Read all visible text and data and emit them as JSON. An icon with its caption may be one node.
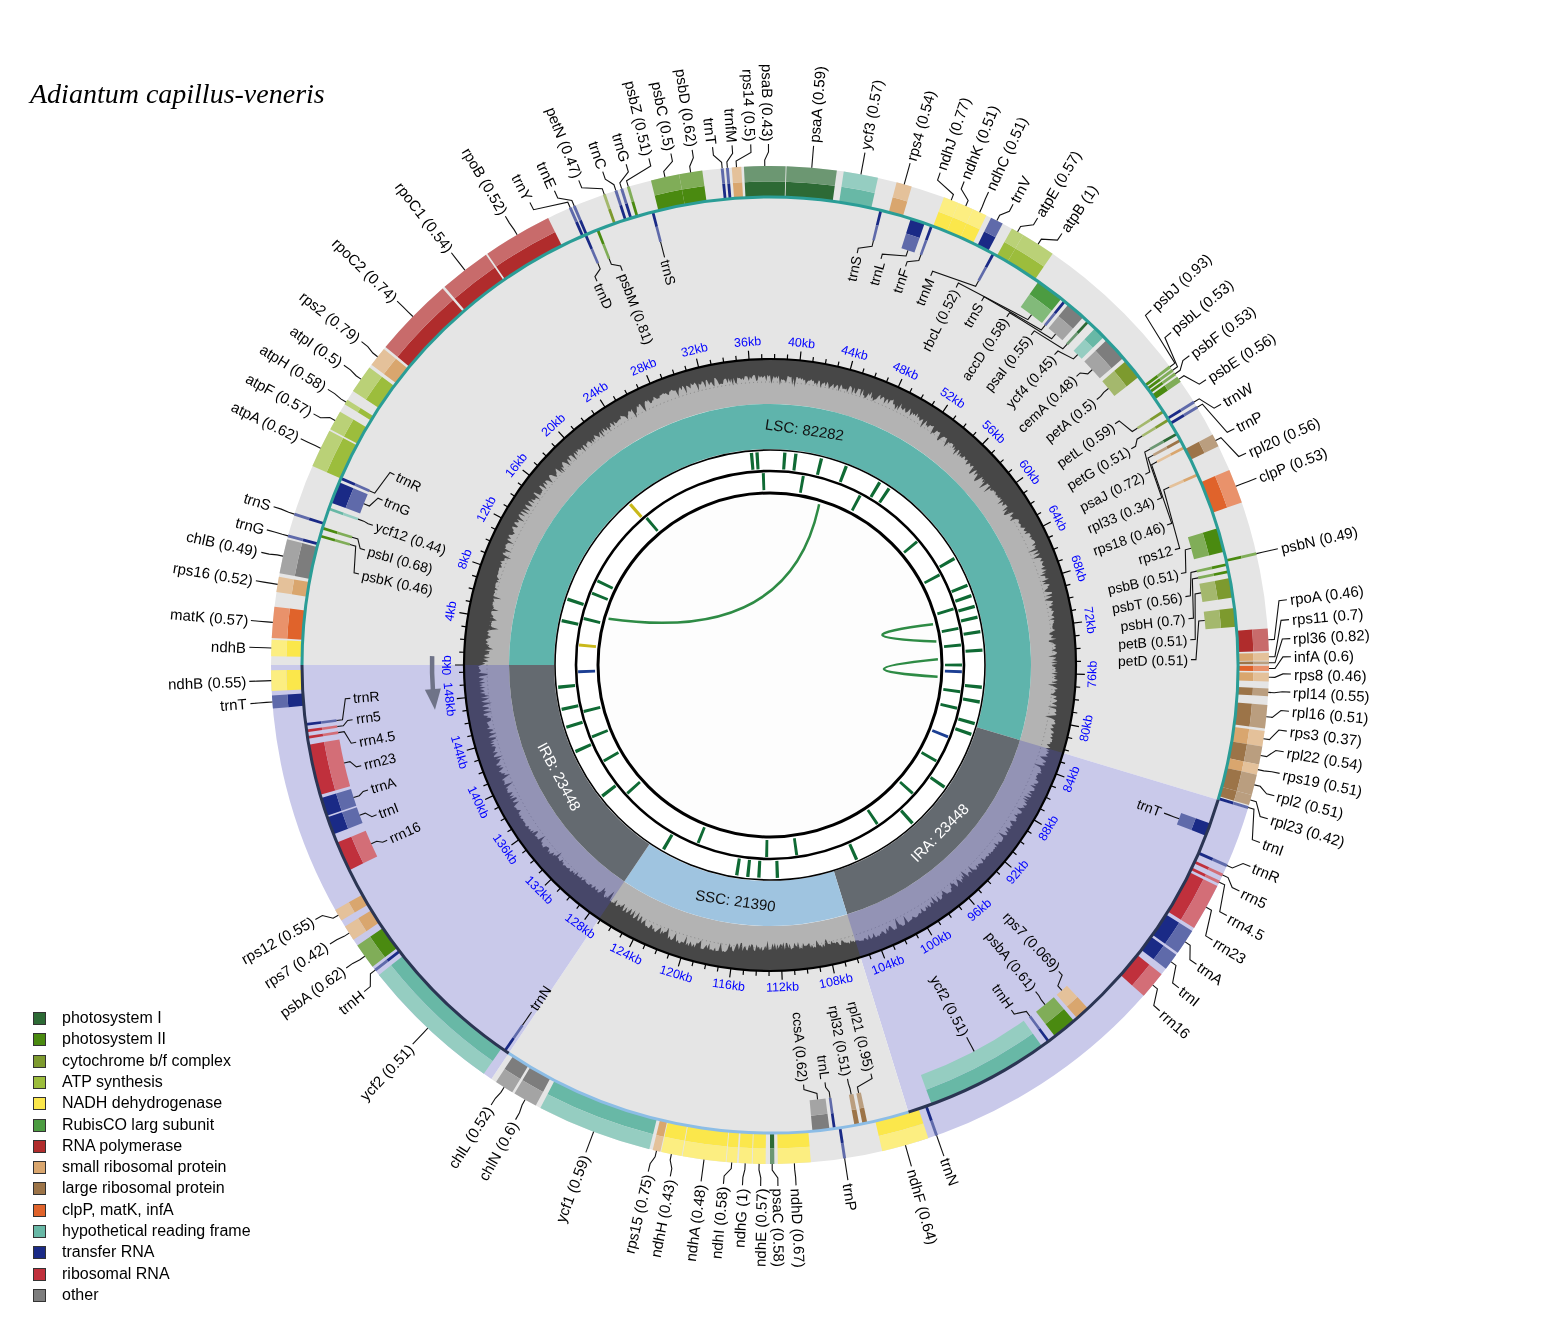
{
  "diagram": {
    "title": "Adiantum capillus-veneris",
    "nodes": [
      {
        "text": [
          "ndhB"
        ]
      },
      {
        "text": [
          "matK (0.57)"
        ]
      },
      {
        "text": [
          "rps16 (0.52)"
        ]
      },
      {
        "text": [
          "chlB (0.49)"
        ]
      },
      {
        "text": [
          "trnG"
        ]
      },
      {
        "text": [
          "psbK (0.46)"
        ]
      },
      {
        "text": [
          "psbI (0.68)"
        ]
      },
      {
        "text": [
          "trnS"
        ]
      },
      {
        "text": [
          "ycf12 (0.44)"
        ]
      },
      {
        "text": [
          "trnG"
        ]
      },
      {
        "text": [
          "trnR"
        ]
      },
      {
        "text": [
          "atpA (0.62)"
        ]
      },
      {
        "text": [
          "atpF (0.57)"
        ]
      },
      {
        "text": [
          "atpH (0.58)"
        ]
      },
      {
        "text": [
          "atpI (0.5)"
        ]
      },
      {
        "text": [
          "rps2 (0.79)"
        ]
      },
      {
        "text": [
          "rpoC2 (0.74)"
        ]
      },
      {
        "text": [
          "rpoC1 (0.54)"
        ]
      },
      {
        "text": [
          "rpoB (0.52)"
        ]
      },
      {
        "text": [
          "trnY"
        ]
      },
      {
        "text": [
          "trnD"
        ]
      },
      {
        "text": [
          "trnE"
        ]
      },
      {
        "text": [
          "psbM (0.81)"
        ]
      },
      {
        "text": [
          "petN (0.47)"
        ]
      },
      {
        "text": [
          "trnC"
        ]
      },
      {
        "text": [
          "trnG"
        ]
      },
      {
        "text": [
          "psbZ (0.51)"
        ]
      },
      {
        "text": [
          "trnS"
        ]
      },
      {
        "text": [
          "psbC (0.5)"
        ]
      },
      {
        "text": [
          "psbD (0.62)"
        ]
      },
      {
        "text": [
          "trnT"
        ]
      },
      {
        "text": [
          "trnfM"
        ]
      },
      {
        "text": [
          "rps14 (0.5)"
        ]
      },
      {
        "text": [
          "psaB (0.43)"
        ]
      },
      {
        "text": [
          "psaA (0.59)"
        ]
      },
      {
        "text": [
          "ycf3 (0.57)"
        ]
      },
      {
        "text": [
          "trnS"
        ]
      },
      {
        "text": [
          "rps4 (0.54)"
        ]
      },
      {
        "text": [
          "trnL"
        ]
      },
      {
        "text": [
          "trnF"
        ]
      },
      {
        "text": [
          "ndhJ (0.77)"
        ]
      },
      {
        "text": [
          "ndhK (0.51)"
        ]
      },
      {
        "text": [
          "ndhC (0.51)"
        ]
      },
      {
        "text": [
          "trnV"
        ]
      },
      {
        "text": [
          "trnM"
        ]
      },
      {
        "text": [
          "atpE (0.57)"
        ]
      },
      {
        "text": [
          "atpB (1)"
        ]
      },
      {
        "text": [
          "rbcL (0.52)"
        ]
      },
      {
        "text": [
          "trnS"
        ]
      },
      {
        "text": [
          "accD (0.58)"
        ]
      },
      {
        "text": [
          "psaI (0.55)"
        ]
      },
      {
        "text": [
          "ycf4 (0.45)"
        ]
      },
      {
        "text": [
          "cemA (0.48)"
        ]
      },
      {
        "text": [
          "petA (0.5)"
        ]
      },
      {
        "text": [
          "psbJ (0.93)"
        ]
      },
      {
        "text": [
          "psbL (0.53)"
        ]
      },
      {
        "text": [
          "psbF (0.53)"
        ]
      },
      {
        "text": [
          "psbE (0.56)"
        ]
      },
      {
        "text": [
          "petL (0.59)"
        ]
      },
      {
        "text": [
          "trnW"
        ]
      },
      {
        "text": [
          "petG (0.51)"
        ]
      },
      {
        "text": [
          "trnP"
        ]
      },
      {
        "text": [
          "psaJ (0.72)"
        ]
      },
      {
        "text": [
          "rpl33 (0.34)"
        ]
      },
      {
        "text": [
          "rps18 (0.46)"
        ]
      },
      {
        "text": [
          "rpl20 (0.56)"
        ]
      },
      {
        "text": [
          "rps12"
        ]
      },
      {
        "text": [
          "clpP (0.53)"
        ]
      },
      {
        "text": [
          "psbB (0.51)"
        ]
      },
      {
        "text": [
          "psbN (0.49)"
        ]
      },
      {
        "text": [
          "psbT (0.56)"
        ]
      },
      {
        "text": [
          "psbH (0.7)"
        ]
      },
      {
        "text": [
          "petB (0.51)"
        ]
      },
      {
        "text": [
          "petD (0.51)"
        ]
      },
      {
        "text": [
          "rpoA (0.46)"
        ]
      },
      {
        "text": [
          "rps11 (0.7)"
        ]
      },
      {
        "text": [
          "rpl36 (0.82)"
        ]
      },
      {
        "text": [
          "infA (0.6)"
        ]
      },
      {
        "text": [
          "rps8 (0.46)"
        ]
      },
      {
        "text": [
          "rpl14 (0.55)"
        ]
      },
      {
        "text": [
          "rpl16 (0.51)"
        ]
      },
      {
        "text": [
          "rps3 (0.37)"
        ]
      },
      {
        "text": [
          "rpl22 (0.54)"
        ]
      },
      {
        "text": [
          "rps19 (0.51)"
        ]
      },
      {
        "text": [
          "rpl2 (0.51)"
        ]
      },
      {
        "text": [
          "rpl23 (0.42)"
        ]
      },
      {
        "text": [
          "trnI"
        ]
      },
      {
        "text": [
          "trnT"
        ]
      },
      {
        "text": [
          "trnR"
        ]
      },
      {
        "text": [
          "rrn5"
        ]
      },
      {
        "text": [
          "rrn4.5"
        ]
      },
      {
        "text": [
          "rrn23"
        ]
      },
      {
        "text": [
          "trnA"
        ]
      },
      {
        "text": [
          "trnI"
        ]
      },
      {
        "text": [
          "rrn16"
        ]
      },
      {
        "text": [
          "rps7 (0.069)"
        ]
      },
      {
        "text": [
          "psbA (0.61)"
        ]
      },
      {
        "text": [
          "trnH"
        ]
      },
      {
        "text": [
          "ycf2 (0.51)"
        ]
      },
      {
        "text": [
          "trnN"
        ]
      },
      {
        "text": [
          "ndhF (0.64)"
        ]
      },
      {
        "text": [
          "rpl21 (0.95)"
        ]
      },
      {
        "text": [
          "rpl32 (0.51)"
        ]
      },
      {
        "text": [
          "trnP"
        ]
      },
      {
        "text": [
          "trnL"
        ]
      },
      {
        "text": [
          "ccsA (0.62)"
        ]
      },
      {
        "text": [
          "ndhD (0.67)"
        ]
      },
      {
        "text": [
          "psaC (0.58)"
        ]
      },
      {
        "text": [
          "ndhE (0.57)"
        ]
      },
      {
        "text": [
          "ndhG (1)"
        ]
      },
      {
        "text": [
          "ndhI (0.58)"
        ]
      },
      {
        "text": [
          "ndhA (0.48)"
        ]
      },
      {
        "text": [
          "ndhH (0.43)"
        ]
      },
      {
        "text": [
          "rps15 (0.75)"
        ]
      },
      {
        "text": [
          "ycf1 (0.59)"
        ]
      },
      {
        "text": [
          "chlN (0.6)"
        ]
      },
      {
        "text": [
          "chlL (0.52)"
        ]
      },
      {
        "text": [
          "trnN"
        ]
      },
      {
        "text": [
          "ycf2 (0.51)"
        ]
      },
      {
        "text": [
          "trnH"
        ]
      },
      {
        "text": [
          "psbA (0.62)"
        ]
      },
      {
        "text": [
          "rps7 (0.42)"
        ]
      },
      {
        "text": [
          "rps12 (0.55)"
        ]
      },
      {
        "text": [
          "rrn16"
        ]
      },
      {
        "text": [
          "trnI"
        ]
      },
      {
        "text": [
          "trnA"
        ]
      },
      {
        "text": [
          "rrn23"
        ]
      },
      {
        "text": [
          "rrn4.5"
        ]
      },
      {
        "text": [
          "rrn5"
        ]
      },
      {
        "text": [
          "trnR"
        ]
      },
      {
        "text": [
          "trnT"
        ]
      },
      {
        "text": [
          "ndhB (0.55)"
        ]
      },
      {
        "text": [],
        "shape": "bar"
      },
      {
        "text": [],
        "shape": "bar"
      },
      {
        "text": [],
        "shape": "bar"
      },
      {
        "text": [],
        "shape": "bar"
      },
      {
        "text": [],
        "shape": "bar"
      },
      {
        "text": [],
        "shape": "bar"
      },
      {
        "text": [],
        "shape": "bar"
      },
      {
        "text": [],
        "shape": "bar"
      },
      {
        "text": [],
        "shape": "bar"
      },
      {
        "text": [],
        "shape": "bar"
      },
      {
        "text": [],
        "shape": "bar"
      },
      {
        "text": [],
        "shape": "bar"
      },
      {
        "text": [],
        "shape": "bar"
      },
      {
        "text": [],
        "shape": "bar"
      },
      {
        "text": [],
        "shape": "bar"
      },
      {
        "text": [],
        "shape": "bar"
      },
      {
        "text": [],
        "shape": "bar"
      },
      {
        "text": [],
        "shape": "bar"
      },
      {
        "text": [],
        "shape": "bar"
      },
      {
        "text": [],
        "shape": "bar"
      },
      {
        "text": [],
        "shape": "bar"
      },
      {
        "text": [],
        "shape": "bar"
      },
      {
        "text": [],
        "shape": "bar"
      },
      {
        "text": [],
        "shape": "bar"
      },
      {
        "text": [],
        "shape": "bar"
      },
      {
        "text": [],
        "shape": "bar"
      },
      {
        "text": [],
        "shape": "bar"
      },
      {
        "text": [],
        "shape": "bar"
      },
      {
        "text": [],
        "shape": "bar"
      },
      {
        "text": [],
        "shape": "bar"
      },
      {
        "text": [],
        "shape": "bar"
      },
      {
        "text": [],
        "shape": "bar"
      },
      {
        "text": [],
        "shape": "bar"
      },
      {
        "text": [],
        "shape": "bar"
      },
      {
        "text": [],
        "shape": "bar"
      },
      {
        "text": [],
        "shape": "bar"
      },
      {
        "text": [],
        "shape": "bar"
      },
      {
        "text": [],
        "shape": "bar"
      },
      {
        "text": [],
        "shape": "bar"
      },
      {
        "text": [],
        "shape": "bar"
      },
      {
        "text": [],
        "shape": "bar"
      },
      {
        "text": [],
        "shape": "bar"
      },
      {
        "text": [],
        "shape": "bar"
      },
      {
        "text": [],
        "shape": "bar"
      },
      {
        "text": [],
        "shape": "bar"
      },
      {
        "text": [],
        "shape": "bar"
      },
      {
        "text": [],
        "shape": "bar"
      },
      {
        "text": [],
        "shape": "bar"
      },
      {
        "text": [],
        "shape": "bar"
      },
      {
        "text": [],
        "shape": "bar"
      },
      {
        "text": [],
        "shape": "bar"
      },
      {
        "text": [],
        "shape": "bar"
      },
      {
        "text": [],
        "shape": "bar"
      },
      {
        "text": [],
        "shape": "bar"
      },
      {
        "text": [],
        "shape": "bar"
      },
      {
        "text": [],
        "shape": "bar"
      },
      {
        "text": [],
        "shape": "bar"
      },
      {
        "text": [],
        "shape": "bar"
      },
      {
        "text": [],
        "shape": "bar"
      },
      {
        "text": [],
        "shape": "bar"
      },
      {
        "text": [],
        "shape": "bar"
      },
      {
        "text": [],
        "shape": "bar"
      },
      {
        "text": [],
        "shape": "bar"
      },
      {
        "text": [],
        "shape": "bar"
      },
      {
        "text": [],
        "shape": "bar"
      },
      {
        "text": [],
        "shape": "bar"
      },
      {
        "text": [],
        "shape": "bar"
      },
      {
        "text": [],
        "shape": "bar"
      },
      {
        "text": [],
        "shape": "bar"
      },
      {
        "text": [],
        "shape": "bar"
      },
      {
        "text": [],
        "shape": "bar"
      },
      {
        "text": [],
        "shape": "bar"
      },
      {
        "text": [],
        "shape": "bar"
      },
      {
        "text": [],
        "shape": "bar"
      },
      {
        "text": [],
        "shape": "bar"
      },
      {
        "text": [],
        "shape": "bar"
      },
      {
        "text": [],
        "shape": "bar"
      },
      {
        "text": [],
        "shape": "bar"
      },
      {
        "text": [],
        "shape": "bar"
      },
      {
        "text": [],
        "shape": "bar"
      },
      {
        "text": [],
        "shape": "bar"
      },
      {
        "text": [],
        "shape": "bar"
      },
      {
        "text": [],
        "shape": "bar"
      },
      {
        "text": [],
        "shape": "bar"
      },
      {
        "text": [],
        "shape": "bar"
      },
      {
        "text": [],
        "shape": "bar"
      },
      {
        "text": [],
        "shape": "bar"
      },
      {
        "text": [],
        "shape": "bar"
      },
      {
        "text": [],
        "shape": "bar"
      },
      {
        "text": [],
        "shape": "bar"
      },
      {
        "text": [],
        "shape": "bar"
      },
      {
        "text": [],
        "shape": "bar"
      },
      {
        "text": [],
        "shape": "bar"
      },
      {
        "text": [],
        "shape": "bar"
      },
      {
        "text": [],
        "shape": "bar"
      },
      {
        "text": [],
        "shape": "bar"
      },
      {
        "text": [],
        "shape": "bar"
      },
      {
        "text": [],
        "shape": "bar"
      },
      {
        "text": [],
        "shape": "bar"
      },
      {
        "text": [],
        "shape": "bar"
      },
      {
        "text": [],
        "shape": "bar"
      },
      {
        "text": [],
        "shape": "bar"
      },
      {
        "text": [],
        "shape": "bar"
      },
      {
        "text": [],
        "shape": "bar"
      },
      {
        "text": [],
        "shape": "bar"
      },
      {
        "text": [],
        "shape": "bar"
      },
      {
        "text": [],
        "shape": "bar"
      },
      {
        "text": [],
        "shape": "bar"
      },
      {
        "text": [],
        "shape": "bar"
      },
      {
        "text": [],
        "shape": "bar"
      },
      {
        "text": [],
        "shape": "bar"
      },
      {
        "text": [],
        "shape": "bar"
      },
      {
        "text": [],
        "shape": "bar"
      },
      {
        "text": [],
        "shape": "bar"
      },
      {
        "text": [],
        "shape": "bar"
      },
      {
        "text": [],
        "shape": "bar"
      },
      {
        "text": [],
        "shape": "bar"
      },
      {
        "text": [],
        "shape": "bar"
      },
      {
        "text": [],
        "shape": "bar"
      },
      {
        "text": [],
        "shape": "bar"
      },
      {
        "text": [],
        "shape": "bar"
      },
      {
        "text": [],
        "shape": "bar"
      },
      {
        "text": [],
        "shape": "bar"
      },
      {
        "text": [],
        "shape": "bar"
      },
      {
        "text": [],
        "shape": "bar"
      },
      {
        "text": [],
        "shape": "bar"
      },
      {
        "text": [],
        "shape": "bar"
      },
      {
        "text": [],
        "shape": "bar"
      },
      {
        "text": [],
        "shape": "bar"
      },
      {
        "text": [],
        "shape": "bar"
      },
      {
        "text": [],
        "shape": "bar"
      },
      {
        "text": [],
        "shape": "bar"
      }
    ],
    "edges": [
      {
        "from": 0,
        "to": 132,
        "arrow": "none"
      },
      {
        "from": 1,
        "to": 133,
        "arrow": "none"
      },
      {
        "from": 2,
        "to": 134,
        "arrow": "none"
      },
      {
        "from": 3,
        "to": 135,
        "arrow": "none"
      },
      {
        "from": 4,
        "to": 136,
        "arrow": "none"
      },
      {
        "from": 5,
        "to": 137,
        "arrow": "none"
      },
      {
        "from": 6,
        "to": 138,
        "arrow": "none"
      },
      {
        "from": 7,
        "to": 139,
        "arrow": "none"
      },
      {
        "from": 8,
        "to": 140,
        "arrow": "none"
      },
      {
        "from": 9,
        "to": 141,
        "arrow": "none"
      },
      {
        "from": 10,
        "to": 142,
        "arrow": "none"
      },
      {
        "from": 11,
        "to": 143,
        "arrow": "none"
      },
      {
        "from": 12,
        "to": 144,
        "arrow": "none"
      },
      {
        "from": 13,
        "to": 145,
        "arrow": "none"
      },
      {
        "from": 14,
        "to": 146,
        "arrow": "none"
      },
      {
        "from": 15,
        "to": 147,
        "arrow": "none"
      },
      {
        "from": 16,
        "to": 148,
        "arrow": "none"
      },
      {
        "from": 17,
        "to": 149,
        "arrow": "none"
      },
      {
        "from": 18,
        "to": 150,
        "arrow": "none"
      },
      {
        "from": 19,
        "to": 151,
        "arrow": "none"
      },
      {
        "from": 20,
        "to": 152,
        "arrow": "none"
      },
      {
        "from": 21,
        "to": 153,
        "arrow": "none"
      },
      {
        "from": 22,
        "to": 154,
        "arrow": "none"
      },
      {
        "from": 23,
        "to": 155,
        "arrow": "none"
      },
      {
        "from": 24,
        "to": 156,
        "arrow": "none"
      },
      {
        "from": 25,
        "to": 157,
        "arrow": "none"
      },
      {
        "from": 26,
        "to": 158,
        "arrow": "none"
      },
      {
        "from": 27,
        "to": 159,
        "arrow": "none"
      },
      {
        "from": 28,
        "to": 160,
        "arrow": "none"
      },
      {
        "from": 29,
        "to": 161,
        "arrow": "none"
      },
      {
        "from": 30,
        "to": 162,
        "arrow": "none"
      },
      {
        "from": 31,
        "to": 163,
        "arrow": "none"
      },
      {
        "from": 32,
        "to": 164,
        "arrow": "none"
      },
      {
        "from": 33,
        "to": 165,
        "arrow": "none"
      },
      {
        "from": 34,
        "to": 166,
        "arrow": "none"
      },
      {
        "from": 35,
        "to": 167,
        "arrow": "none"
      },
      {
        "from": 36,
        "to": 168,
        "arrow": "none"
      },
      {
        "from": 37,
        "to": 169,
        "arrow": "none"
      },
      {
        "from": 38,
        "to": 170,
        "arrow": "none"
      },
      {
        "from": 39,
        "to": 171,
        "arrow": "none"
      },
      {
        "from": 40,
        "to": 172,
        "arrow": "none"
      },
      {
        "from": 41,
        "to": 173,
        "arrow": "none"
      },
      {
        "from": 42,
        "to": 174,
        "arrow": "none"
      },
      {
        "from": 43,
        "to": 175,
        "arrow": "none"
      },
      {
        "from": 44,
        "to": 176,
        "arrow": "none"
      },
      {
        "from": 45,
        "to": 177,
        "arrow": "none"
      },
      {
        "from": 46,
        "to": 178,
        "arrow": "none"
      },
      {
        "from": 47,
        "to": 179,
        "arrow": "none"
      },
      {
        "from": 48,
        "to": 180,
        "arrow": "none"
      },
      {
        "from": 49,
        "to": 181,
        "arrow": "none"
      },
      {
        "from": 50,
        "to": 182,
        "arrow": "none"
      },
      {
        "from": 51,
        "to": 183,
        "arrow": "none"
      },
      {
        "from": 52,
        "to": 184,
        "arrow": "none"
      },
      {
        "from": 53,
        "to": 185,
        "arrow": "none"
      },
      {
        "from": 54,
        "to": 186,
        "arrow": "none"
      },
      {
        "from": 55,
        "to": 187,
        "arrow": "none"
      },
      {
        "from": 56,
        "to": 188,
        "arrow": "none"
      },
      {
        "from": 57,
        "to": 189,
        "arrow": "none"
      },
      {
        "from": 58,
        "to": 190,
        "arrow": "none"
      },
      {
        "from": 59,
        "to": 191,
        "arrow": "none"
      },
      {
        "from": 60,
        "to": 192,
        "arrow": "none"
      },
      {
        "from": 61,
        "to": 193,
        "arrow": "none"
      },
      {
        "from": 62,
        "to": 194,
        "arrow": "none"
      },
      {
        "from": 63,
        "to": 195,
        "arrow": "none"
      },
      {
        "from": 64,
        "to": 196,
        "arrow": "none"
      },
      {
        "from": 65,
        "to": 197,
        "arrow": "none"
      },
      {
        "from": 66,
        "to": 198,
        "arrow": "none"
      },
      {
        "from": 67,
        "to": 199,
        "arrow": "none"
      },
      {
        "from": 68,
        "to": 200,
        "arrow": "none"
      },
      {
        "from": 69,
        "to": 201,
        "arrow": "none"
      },
      {
        "from": 70,
        "to": 202,
        "arrow": "none"
      },
      {
        "from": 71,
        "to": 203,
        "arrow": "none"
      },
      {
        "from": 72,
        "to": 204,
        "arrow": "none"
      },
      {
        "from": 73,
        "to": 205,
        "arrow": "none"
      },
      {
        "from": 74,
        "to": 206,
        "arrow": "none"
      },
      {
        "from": 75,
        "to": 207,
        "arrow": "none"
      },
      {
        "from": 76,
        "to": 208,
        "arrow": "none"
      },
      {
        "from": 77,
        "to": 209,
        "arrow": "none"
      },
      {
        "from": 78,
        "to": 210,
        "arrow": "none"
      },
      {
        "from": 79,
        "to": 211,
        "arrow": "none"
      },
      {
        "from": 80,
        "to": 212,
        "arrow": "none"
      },
      {
        "from": 81,
        "to": 213,
        "arrow": "none"
      },
      {
        "from": 82,
        "to": 214,
        "arrow": "none"
      },
      {
        "from": 83,
        "to": 215,
        "arrow": "none"
      },
      {
        "from": 84,
        "to": 216,
        "arrow": "none"
      },
      {
        "from": 85,
        "to": 217,
        "arrow": "none"
      },
      {
        "from": 86,
        "to": 218,
        "arrow": "none"
      },
      {
        "from": 87,
        "to": 219,
        "arrow": "none"
      },
      {
        "from": 88,
        "to": 220,
        "arrow": "none"
      },
      {
        "from": 89,
        "to": 221,
        "arrow": "none"
      },
      {
        "from": 90,
        "to": 222,
        "arrow": "none"
      },
      {
        "from": 91,
        "to": 223,
        "arrow": "none"
      },
      {
        "from": 92,
        "to": 224,
        "arrow": "none"
      },
      {
        "from": 93,
        "to": 225,
        "arrow": "none"
      },
      {
        "from": 94,
        "to": 226,
        "arrow": "none"
      },
      {
        "from": 95,
        "to": 227,
        "arrow": "none"
      },
      {
        "from": 96,
        "to": 228,
        "arrow": "none"
      },
      {
        "from": 97,
        "to": 229,
        "arrow": "none"
      },
      {
        "from": 98,
        "to": 230,
        "arrow": "none"
      },
      {
        "from": 99,
        "to": 231,
        "arrow": "none"
      },
      {
        "from": 100,
        "to": 232,
        "arrow": "none"
      },
      {
        "from": 101,
        "to": 233,
        "arrow": "none"
      },
      {
        "from": 102,
        "to": 234,
        "arrow": "none"
      },
      {
        "from": 103,
        "to": 235,
        "arrow": "none"
      },
      {
        "from": 104,
        "to": 236,
        "arrow": "none"
      },
      {
        "from": 105,
        "to": 237,
        "arrow": "none"
      },
      {
        "from": 106,
        "to": 238,
        "arrow": "none"
      },
      {
        "from": 107,
        "to": 239,
        "arrow": "none"
      },
      {
        "from": 108,
        "to": 240,
        "arrow": "none"
      },
      {
        "from": 109,
        "to": 241,
        "arrow": "none"
      },
      {
        "from": 110,
        "to": 242,
        "arrow": "none"
      },
      {
        "from": 111,
        "to": 243,
        "arrow": "none"
      },
      {
        "from": 112,
        "to": 244,
        "arrow": "none"
      },
      {
        "from": 113,
        "to": 245,
        "arrow": "none"
      },
      {
        "from": 114,
        "to": 246,
        "arrow": "none"
      },
      {
        "from": 115,
        "to": 247,
        "arrow": "none"
      },
      {
        "from": 116,
        "to": 248,
        "arrow": "none"
      },
      {
        "from": 117,
        "to": 249,
        "arrow": "none"
      },
      {
        "from": 118,
        "to": 250,
        "arrow": "none"
      },
      {
        "from": 119,
        "to": 251,
        "arrow": "none"
      },
      {
        "from": 120,
        "to": 252,
        "arrow": "none"
      },
      {
        "from": 121,
        "to": 253,
        "arrow": "none"
      },
      {
        "from": 122,
        "to": 254,
        "arrow": "none"
      },
      {
        "from": 123,
        "to": 255,
        "arrow": "none"
      },
      {
        "from": 124,
        "to": 256,
        "arrow": "none"
      },
      {
        "from": 125,
        "to": 257,
        "arrow": "none"
      },
      {
        "from": 126,
        "to": 258,
        "arrow": "none"
      },
      {
        "from": 127,
        "to": 259,
        "arrow": "none"
      },
      {
        "from": 128,
        "to": 260,
        "arrow": "none"
      },
      {
        "from": 129,
        "to": 261,
        "arrow": "none"
      },
      {
        "from": 130,
        "to": 262,
        "arrow": "none"
      },
      {
        "from": 131,
        "to": 263,
        "arrow": "none"
      }
    ],
    "labels": [
      "0kb",
      "4kb",
      "8kb",
      "12kb",
      "16kb",
      "20kb",
      "24kb",
      "28kb",
      "32kb",
      "36kb",
      "40kb",
      "44kb",
      "48kb",
      "52kb",
      "56kb",
      "60kb",
      "64kb",
      "68kb",
      "72kb",
      "76kb",
      "80kb",
      "84kb",
      "88kb",
      "92kb",
      "96kb",
      "100kb",
      "104kb",
      "108kb",
      "112kb",
      "116kb",
      "120kb",
      "124kb",
      "128kb",
      "132kb",
      "136kb",
      "140kb",
      "144kb",
      "148kb",
      "LSC: 82282",
      "IRB: 23448",
      "IRA: 23448",
      "SSC: 21390"
    ],
    "legend": [
      {
        "text": "photosystem I",
        "color": "#2d6a35"
      },
      {
        "text": "photosystem II",
        "color": "#4a8a10"
      },
      {
        "text": "cytochrome b/f complex",
        "color": "#7d9a2e"
      },
      {
        "text": "ATP synthesis",
        "color": "#9cbd3c"
      },
      {
        "text": "NADH dehydrogenase",
        "color": "#fbe74b"
      },
      {
        "text": "RubisCO larg subunit",
        "color": "#4c9c41"
      },
      {
        "text": "RNA polymerase",
        "color": "#b02c2c"
      },
      {
        "text": "small ribosomal protein",
        "color": "#d9a66e"
      },
      {
        "text": "large ribosomal protein",
        "color": "#9c7448"
      },
      {
        "text": "clpP, matK, infA",
        "color": "#e0632b"
      },
      {
        "text": "hypothetical reading frame",
        "color": "#68b8a6"
      },
      {
        "text": "transfer RNA",
        "color": "#1a2a86"
      },
      {
        "text": "ribosomal RNA",
        "color": "#c0303c"
      },
      {
        "text": "other",
        "color": "#7d7d7d"
      }
    ]
  }
}
